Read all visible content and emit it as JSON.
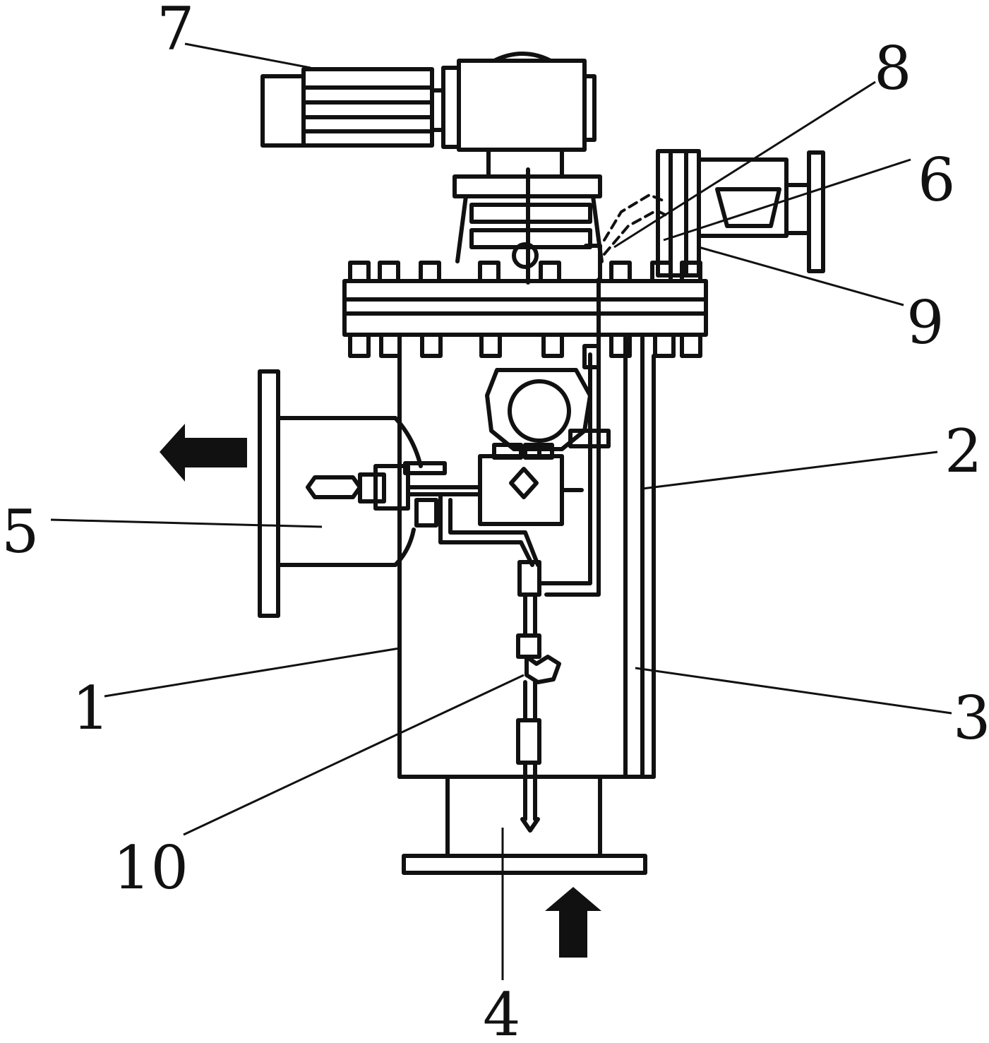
{
  "diagram": {
    "callouts": [
      {
        "id": "c1",
        "label": "1"
      },
      {
        "id": "c2",
        "label": "2"
      },
      {
        "id": "c3",
        "label": "3"
      },
      {
        "id": "c4",
        "label": "4"
      },
      {
        "id": "c5",
        "label": "5"
      },
      {
        "id": "c6",
        "label": "6"
      },
      {
        "id": "c7",
        "label": "7"
      },
      {
        "id": "c8",
        "label": "8"
      },
      {
        "id": "c9",
        "label": "9"
      },
      {
        "id": "c10",
        "label": "10"
      }
    ],
    "colors": {
      "line": "#111111",
      "background": "#ffffff",
      "arrow": "#111111"
    }
  }
}
